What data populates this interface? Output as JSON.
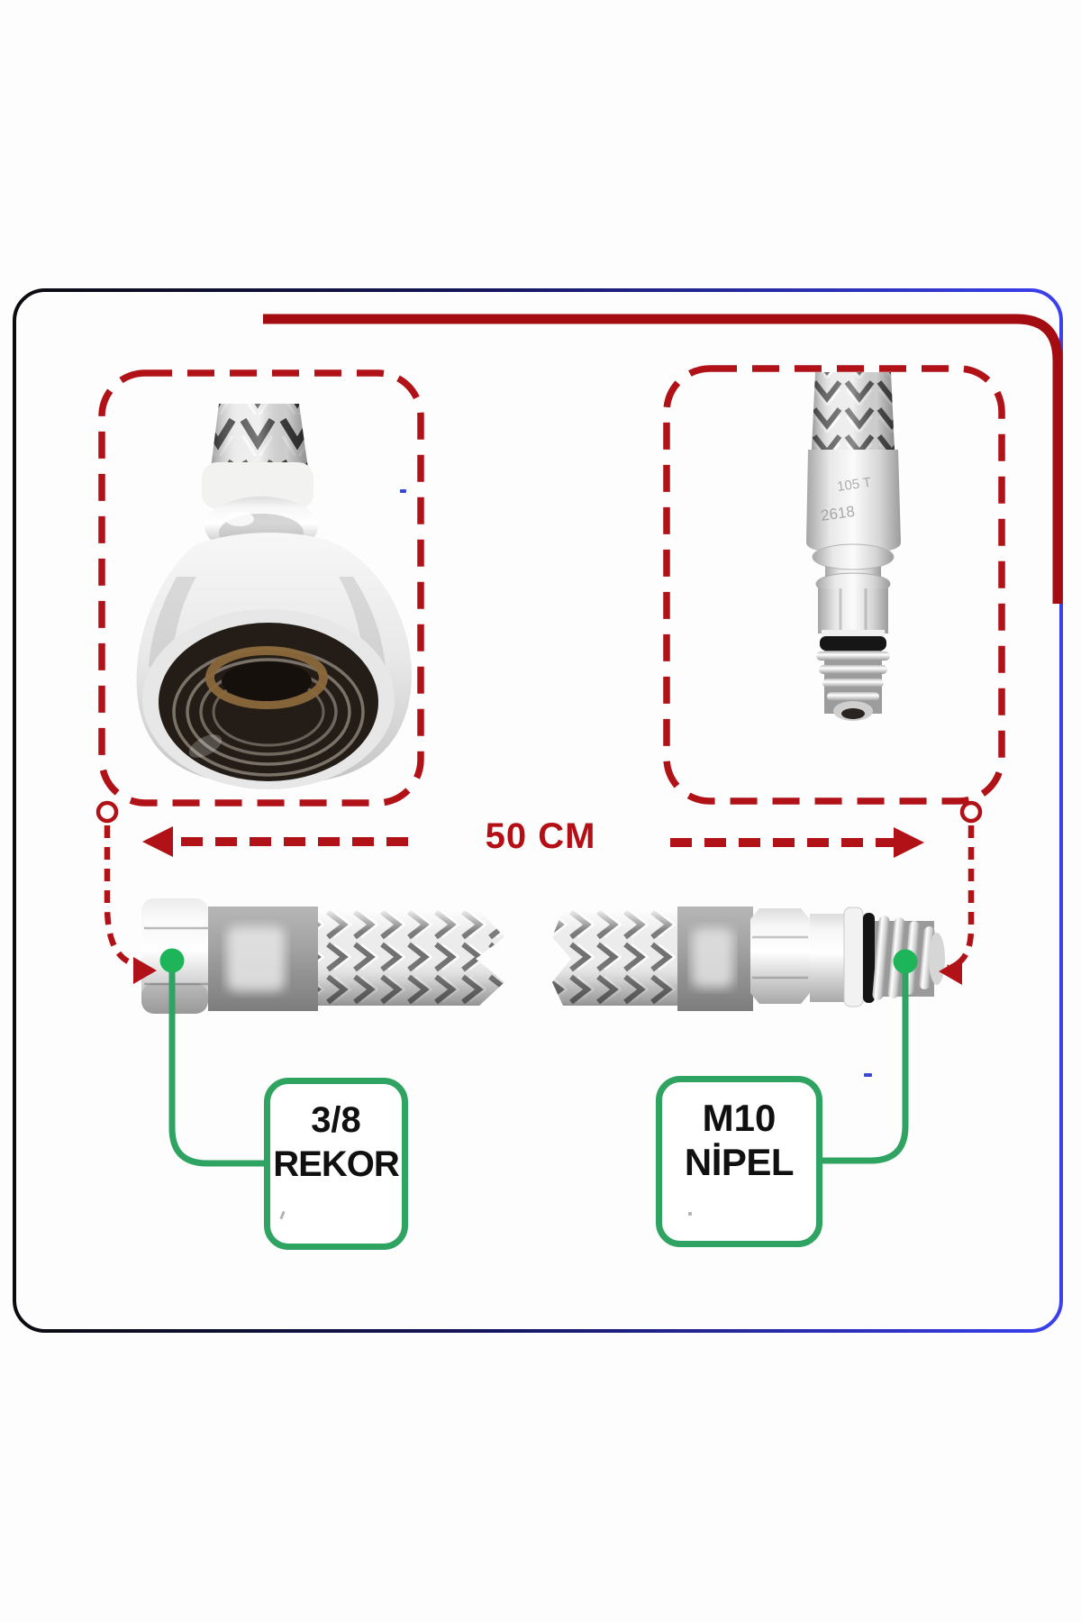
{
  "annotations": {
    "length_label": "50 CM",
    "left_callout": {
      "line1": "3/8",
      "line2": "REKOR"
    },
    "right_callout": {
      "line1": "M10",
      "line2": "NİPEL"
    }
  },
  "photo_stamps": {
    "line1": "105 T",
    "line2": "2618"
  },
  "colors": {
    "dashed-red": "#b01218",
    "thick-red": "#a30d12",
    "text-red": "#b30f15",
    "frame-black": "#0b0b10",
    "frame-blue": "#3b40ee",
    "green": "#2fa361",
    "dot-green": "#1db45a",
    "label-text": "#101010"
  }
}
